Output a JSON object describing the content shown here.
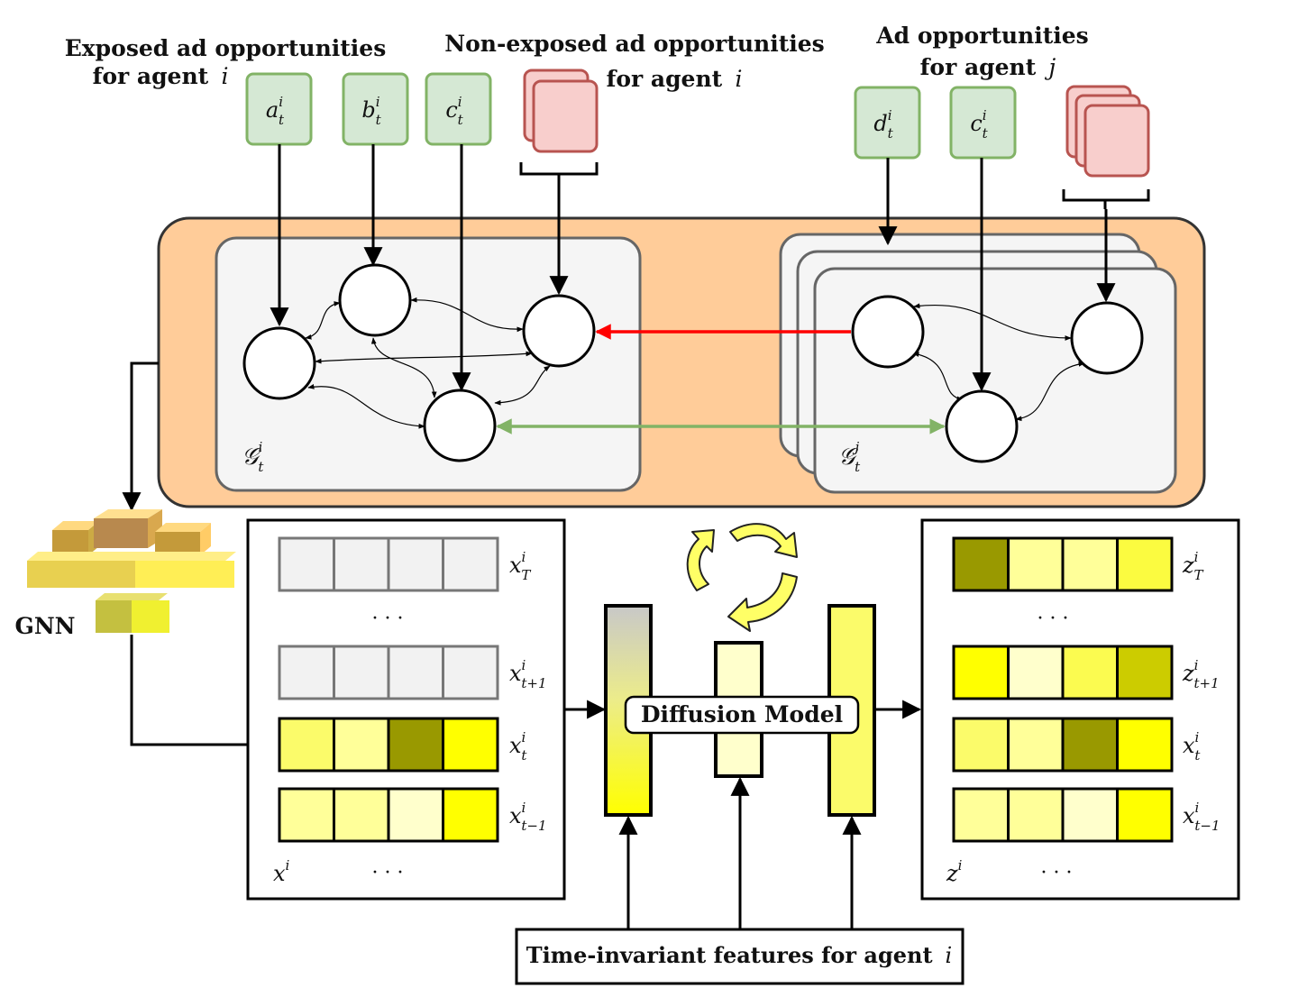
{
  "titles": {
    "exposed_line1": "Exposed ad opportunities",
    "exposed_line2": "for agent",
    "nonexposed_line1": "Non-exposed ad opportunities",
    "nonexposed_line2": "for agent",
    "adopp_j_line1": "Ad opportunities",
    "adopp_j_line2": "for agent",
    "agent_i": "i",
    "agent_j": "j"
  },
  "inputs": {
    "a": "a",
    "b": "b",
    "c": "c",
    "d": "d",
    "c2": "c",
    "sup_i": "i",
    "sub_t": "t"
  },
  "graphs": {
    "g_i_symbol": "𝒢",
    "g_i_sup": "i",
    "g_i_sub": "t",
    "g_j_symbol": "𝒢",
    "g_j_sup": "j",
    "g_j_sub": "t"
  },
  "gnn_label": "GNN",
  "left_panel": {
    "rows": [
      {
        "var": "x",
        "sup": "i",
        "sub": "T",
        "colors": [
          "#f2f2f2",
          "#f2f2f2",
          "#f2f2f2",
          "#f2f2f2"
        ],
        "border": "#777777"
      },
      {
        "var": "x",
        "sup": "i",
        "sub": "t+1",
        "colors": [
          "#f2f2f2",
          "#f2f2f2",
          "#f2f2f2",
          "#f2f2f2"
        ],
        "border": "#777777"
      },
      {
        "var": "x",
        "sup": "i",
        "sub": "t",
        "colors": [
          "#fbfb6a",
          "#ffff99",
          "#999900",
          "#ffff00"
        ],
        "border": "#000000"
      },
      {
        "var": "x",
        "sup": "i",
        "sub": "t−1",
        "colors": [
          "#ffff99",
          "#ffff99",
          "#ffffcc",
          "#ffff00"
        ],
        "border": "#000000"
      }
    ],
    "ellipsis": "· · ·",
    "corner_var": "x",
    "corner_sup": "i"
  },
  "right_panel": {
    "rows": [
      {
        "var": "z",
        "sup": "i",
        "sub": "T",
        "colors": [
          "#999900",
          "#ffff99",
          "#ffff99",
          "#fbfb40"
        ],
        "border": "#000000"
      },
      {
        "var": "z",
        "sup": "i",
        "sub": "t+1",
        "colors": [
          "#ffff00",
          "#ffffcc",
          "#fbfb50",
          "#cccc00"
        ],
        "border": "#000000"
      },
      {
        "var": "x",
        "sup": "i",
        "sub": "t",
        "colors": [
          "#fbfb6a",
          "#ffff99",
          "#999900",
          "#ffff00"
        ],
        "border": "#000000"
      },
      {
        "var": "x",
        "sup": "i",
        "sub": "t−1",
        "colors": [
          "#ffff99",
          "#ffff99",
          "#ffffcc",
          "#ffff00"
        ],
        "border": "#000000"
      }
    ],
    "ellipsis": "· · ·",
    "corner_var": "z",
    "corner_sup": "i"
  },
  "diffusion_label": "Diffusion Model",
  "time_invariant_label": "Time-invariant features for agent",
  "colors": {
    "input_fill": "#d5e8d4",
    "input_stroke": "#82b366",
    "red_fill": "#f8cecc",
    "red_stroke": "#b85450",
    "orange": "#ffcc99",
    "graph_bg": "#f5f5f5",
    "graph_stroke": "#666666",
    "red_edge": "#ff0000",
    "green_edge": "#82b366"
  }
}
